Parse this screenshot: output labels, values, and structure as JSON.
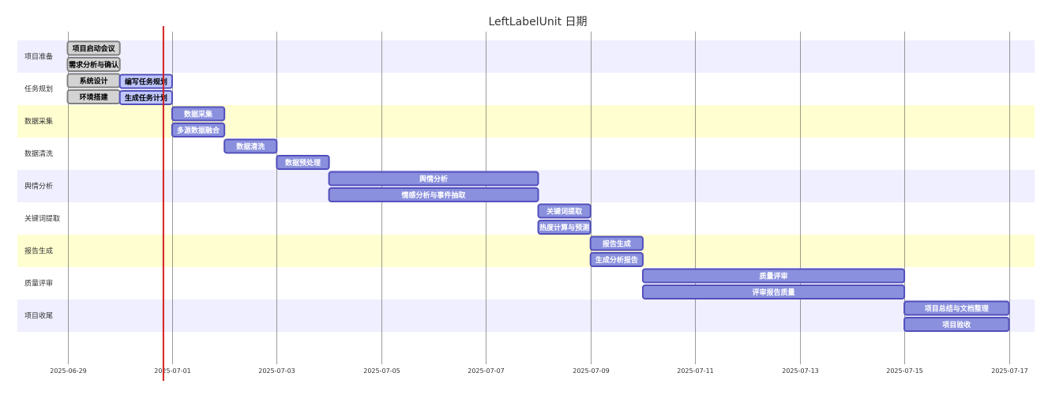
{
  "chart_data": {
    "type": "gantt",
    "title": "LeftLabelUnit 日期",
    "x_axis": {
      "start": "2025-06-29",
      "end": "2025-07-17",
      "tick_labels": [
        "2025-06-29",
        "2025-07-01",
        "2025-07-03",
        "2025-07-05",
        "2025-07-07",
        "2025-07-09",
        "2025-07-11",
        "2025-07-13",
        "2025-07-15",
        "2025-07-17"
      ]
    },
    "today": "2025-06-30T20:00",
    "grid": true,
    "colors": {
      "done_fill": "#d3d3d3",
      "done_stroke": "#808080",
      "active_fill": "#bfc7ff",
      "active_stroke": "#534fbc",
      "task_fill": "#8a90dd",
      "task_stroke": "#534fbc",
      "today_line": "#d42020",
      "section_band_a": "#efefff",
      "section_band_b": "#ffffff",
      "section_band_c": "#fffed0"
    },
    "sections": [
      {
        "name": "项目准备",
        "band": "a",
        "tasks": [
          {
            "name": "项目启动会议",
            "start": "2025-06-29",
            "end": "2025-06-30",
            "status": "done"
          },
          {
            "name": "需求分析与确认",
            "start": "2025-06-29",
            "end": "2025-06-30",
            "status": "done"
          },
          {
            "name": "系统设计",
            "start": "2025-06-29",
            "end": "2025-06-30",
            "status": "done"
          },
          {
            "name": "环境搭建",
            "start": "2025-06-29",
            "end": "2025-06-30",
            "status": "done"
          }
        ]
      },
      {
        "name": "任务规划",
        "band": "b",
        "tasks": [
          {
            "name": "编写任务规划",
            "start": "2025-06-30",
            "end": "2025-07-01",
            "status": "active"
          },
          {
            "name": "生成任务计划",
            "start": "2025-06-30",
            "end": "2025-07-01",
            "status": "active"
          }
        ]
      },
      {
        "name": "数据采集",
        "band": "c",
        "tasks": [
          {
            "name": "数据采集",
            "start": "2025-07-01",
            "end": "2025-07-02",
            "status": "normal"
          },
          {
            "name": "多源数据融合",
            "start": "2025-07-01",
            "end": "2025-07-02",
            "status": "normal"
          }
        ]
      },
      {
        "name": "数据清洗",
        "band": "b",
        "tasks": [
          {
            "name": "数据清洗",
            "start": "2025-07-02",
            "end": "2025-07-03",
            "status": "normal"
          },
          {
            "name": "数据预处理",
            "start": "2025-07-03",
            "end": "2025-07-04",
            "status": "normal"
          }
        ]
      },
      {
        "name": "舆情分析",
        "band": "a",
        "tasks": [
          {
            "name": "舆情分析",
            "start": "2025-07-04",
            "end": "2025-07-08",
            "status": "normal"
          },
          {
            "name": "情感分析与事件抽取",
            "start": "2025-07-04",
            "end": "2025-07-08",
            "status": "normal"
          }
        ]
      },
      {
        "name": "关键词提取",
        "band": "b",
        "tasks": [
          {
            "name": "关键词提取",
            "start": "2025-07-08",
            "end": "2025-07-09",
            "status": "normal"
          },
          {
            "name": "热度计算与预测",
            "start": "2025-07-08",
            "end": "2025-07-09",
            "status": "normal"
          }
        ]
      },
      {
        "name": "报告生成",
        "band": "c",
        "tasks": [
          {
            "name": "报告生成",
            "start": "2025-07-09",
            "end": "2025-07-10",
            "status": "normal"
          },
          {
            "name": "生成分析报告",
            "start": "2025-07-09",
            "end": "2025-07-10",
            "status": "normal"
          }
        ]
      },
      {
        "name": "质量评审",
        "band": "b",
        "tasks": [
          {
            "name": "质量评审",
            "start": "2025-07-10",
            "end": "2025-07-15",
            "status": "normal"
          },
          {
            "name": "评审报告质量",
            "start": "2025-07-10",
            "end": "2025-07-15",
            "status": "normal"
          }
        ]
      },
      {
        "name": "项目收尾",
        "band": "a",
        "tasks": [
          {
            "name": "项目总结与文档整理",
            "start": "2025-07-15",
            "end": "2025-07-17",
            "status": "normal"
          },
          {
            "name": "项目验收",
            "start": "2025-07-15",
            "end": "2025-07-17",
            "status": "normal"
          }
        ]
      }
    ]
  }
}
